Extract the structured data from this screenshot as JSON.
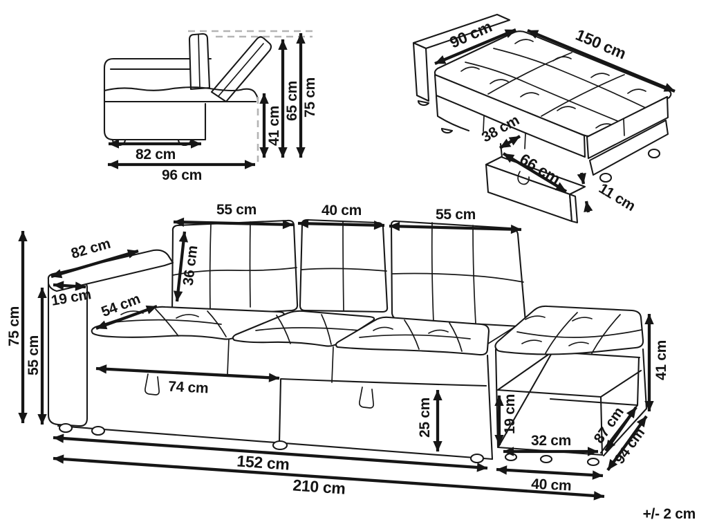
{
  "tolerance_note": "+/- 2 cm",
  "side_view": {
    "seat_width": "82 cm",
    "total_width": "96 cm",
    "seat_height": "41 cm",
    "backrest_height": "65 cm",
    "total_height": "75 cm"
  },
  "bed_view": {
    "bed_width": "90 cm",
    "bed_length": "150 cm",
    "frame_depth": "38 cm",
    "drawer_length": "66 cm",
    "drawer_height": "11 cm"
  },
  "sofa_view": {
    "back_cushion_left": "55 cm",
    "back_cushion_middle": "40 cm",
    "back_cushion_right": "55 cm",
    "armrest_length": "82 cm",
    "armrest_width": "19 cm",
    "back_cushion_height": "36 cm",
    "seat_depth": "54 cm",
    "total_height": "75 cm",
    "arm_height": "55 cm",
    "storage_width": "74 cm",
    "front_panel_height": "25 cm",
    "shelf_height": "19 cm",
    "shelf_width": "32 cm",
    "shelf_depth": "87 cm",
    "ottoman_height": "41 cm",
    "total_depth": "94 cm",
    "ottoman_width": "40 cm",
    "seat_length": "152 cm",
    "total_length": "210 cm"
  }
}
